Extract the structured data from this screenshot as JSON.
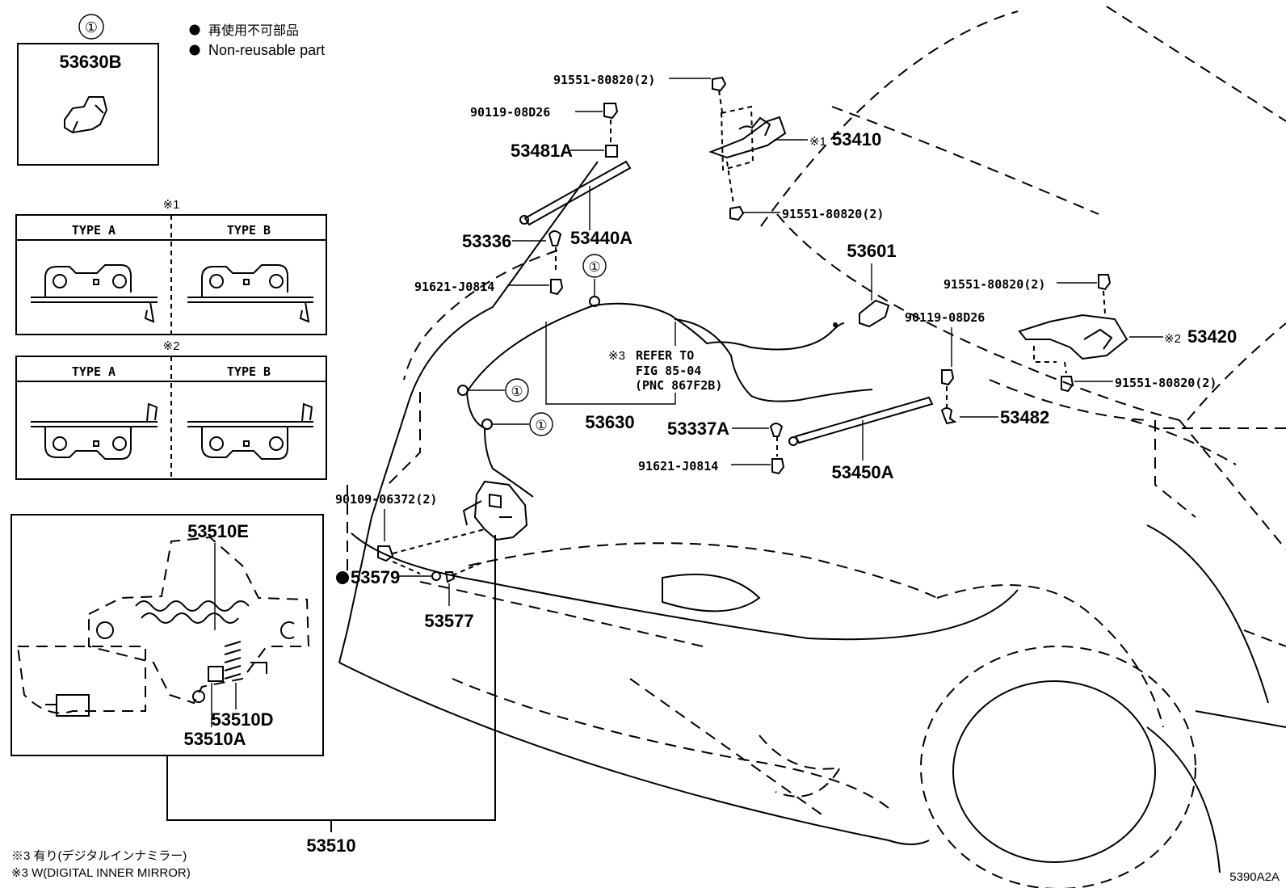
{
  "legend": {
    "ref_circle": "①",
    "non_reusable_ja": "再使用不可部品",
    "non_reusable_en": "Non-reusable part"
  },
  "inset_clip": {
    "part": "53630B"
  },
  "note1_table": {
    "mark": "※1",
    "type_a": "TYPE A",
    "type_b": "TYPE B"
  },
  "note2_table": {
    "mark": "※2",
    "type_a": "TYPE A",
    "type_b": "TYPE B"
  },
  "latch_detail": {
    "p_e": "53510E",
    "p_d": "53510D",
    "p_a": "53510A"
  },
  "parts": {
    "bolt_hinge_top": "91551-80820(2)",
    "hinge_left": "53410",
    "hinge_left_mark": "※1",
    "bolt_hinge_left_lower": "91551-80820(2)",
    "bolt_stay_top": "90119-08D26",
    "bracket_stay_top": "53481A",
    "stay_left": "53440A",
    "stay_left_clip": "53336",
    "bolt_stay_left_lower": "91621-J0814",
    "lock_control": "53601",
    "bolt_hinge_right_top": "91551-80820(2)",
    "bolt_stay_right_top": "90119-08D26",
    "hinge_right": "53420",
    "hinge_right_mark": "※2",
    "bolt_hinge_right_lower": "91551-80820(2)",
    "refer_mark": "※3",
    "refer_line1": "REFER TO",
    "refer_line2": "FIG 85-04",
    "refer_line3": "(PNC 867F2B)",
    "release_cable": "53630",
    "clip_stay_right": "53337A",
    "bolt_stay_right_lower": "91621-J0814",
    "stay_right": "53450A",
    "bracket_stay_right": "53482",
    "bolt_latch": "90109-06372(2)",
    "latch_nut": "53579",
    "latch_cushion": "53577",
    "hood_lock": "53510"
  },
  "footnotes": {
    "ja": "※3 有り(デジタルインナミラー)",
    "en": "※3  W(DIGITAL INNER MIRROR)"
  },
  "figure_code": "5390A2A"
}
